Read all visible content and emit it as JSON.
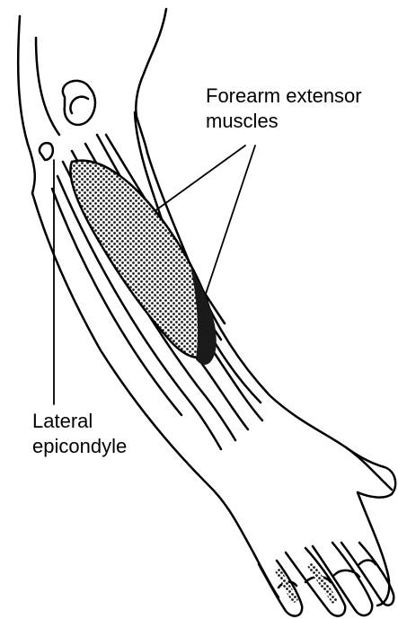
{
  "labels": {
    "forearm_extensor_line1": "Forearm extensor",
    "forearm_extensor_line2": "muscles",
    "lateral_epicondyle_line1": "Lateral",
    "lateral_epicondyle_line2": "epicondyle"
  },
  "colors": {
    "ink": "#000000",
    "background": "#ffffff",
    "muscle_shade": "#1a1a1a"
  }
}
